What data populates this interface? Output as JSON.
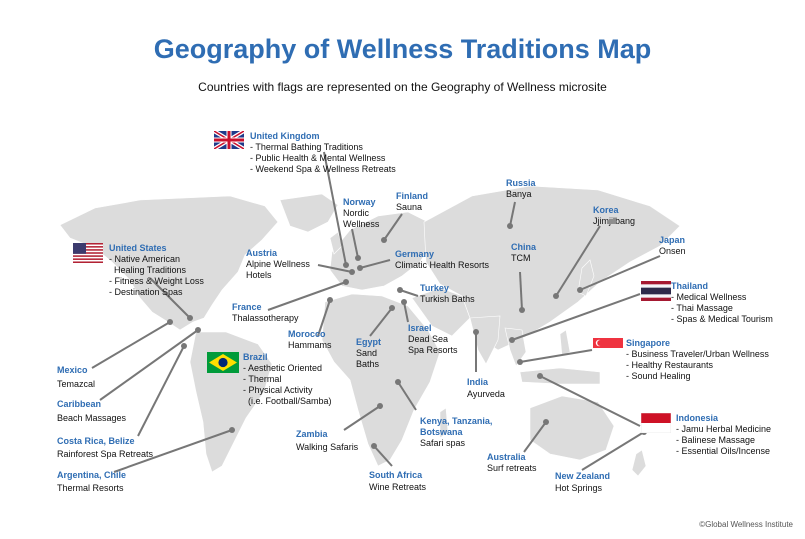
{
  "header": {
    "title": "Geography of Wellness Traditions Map",
    "subtitle": "Countries with flags are represented on the Geography of Wellness microsite"
  },
  "colors": {
    "accent": "#2f6db3",
    "land": "#dcdcdc",
    "leader": "#777777"
  },
  "labels": {
    "uk": {
      "country": "United Kingdom",
      "items": [
        "- Thermal Bathing Traditions",
        "- Public Health & Mental Wellness",
        "- Weekend Spa & Wellness Retreats"
      ]
    },
    "us": {
      "country": "United States",
      "items": [
        "- Native American",
        "  Healing Traditions",
        "- Fitness & Weight Loss",
        "- Destination Spas"
      ]
    },
    "norway": {
      "country": "Norway",
      "items": [
        "Nordic",
        "Wellness"
      ]
    },
    "finland": {
      "country": "Finland",
      "items": [
        "Sauna"
      ]
    },
    "russia": {
      "country": "Russia",
      "items": [
        "Banya"
      ]
    },
    "korea": {
      "country": "Korea",
      "items": [
        "Jjimjilbang"
      ]
    },
    "japan": {
      "country": "Japan",
      "items": [
        "Onsen"
      ]
    },
    "austria": {
      "country": "Austria",
      "items": [
        "Alpine Wellness",
        "Hotels"
      ]
    },
    "germany": {
      "country": "Germany",
      "items": [
        "Climatic Health Resorts"
      ]
    },
    "china": {
      "country": "China",
      "items": [
        "TCM"
      ]
    },
    "turkey": {
      "country": "Turkey",
      "items": [
        "Turkish Baths"
      ]
    },
    "thailand": {
      "country": "Thailand",
      "items": [
        "- Medical Wellness",
        "- Thai Massage",
        "- Spas & Medical Tourism"
      ]
    },
    "france": {
      "country": "France",
      "items": [
        "Thalassotherapy"
      ]
    },
    "morocco": {
      "country": "Morocco",
      "items": [
        "Hammams"
      ]
    },
    "egypt": {
      "country": "Egypt",
      "items": [
        "Sand",
        "Baths"
      ]
    },
    "israel": {
      "country": "Israel",
      "items": [
        "Dead Sea",
        "Spa Resorts"
      ]
    },
    "brazil": {
      "country": "Brazil",
      "items": [
        "- Aesthetic Oriented",
        "- Thermal",
        "- Physical Activity",
        "  (i.e. Football/Samba)"
      ]
    },
    "singapore": {
      "country": "Singapore",
      "items": [
        "- Business Traveler/Urban Wellness",
        "- Healthy Restaurants",
        "- Sound Healing"
      ]
    },
    "mexico": {
      "country": "Mexico",
      "items": [
        "Temazcal"
      ]
    },
    "caribbean": {
      "country": "Caribbean",
      "items": [
        "Beach Massages"
      ]
    },
    "india": {
      "country": "India",
      "items": [
        "Ayurveda"
      ]
    },
    "costarica": {
      "country": "Costa Rica, Belize",
      "items": [
        "Rainforest Spa Retreats"
      ]
    },
    "zambia": {
      "country": "Zambia",
      "items": [
        "Walking Safaris"
      ]
    },
    "kenya": {
      "country": "Kenya, Tanzania,",
      "items": [
        "Botswana",
        "Safari spas"
      ]
    },
    "indonesia": {
      "country": "Indonesia",
      "items": [
        "- Jamu Herbal Medicine",
        "- Balinese Massage",
        "- Essential Oils/Incense"
      ]
    },
    "australia": {
      "country": "Australia",
      "items": [
        "Surf retreats"
      ]
    },
    "argentina": {
      "country": "Argentina, Chile",
      "items": [
        "Thermal Resorts"
      ]
    },
    "southafrica": {
      "country": "South Africa",
      "items": [
        "Wine Retreats"
      ]
    },
    "newzealand": {
      "country": "New Zealand",
      "items": [
        "Hot Springs"
      ]
    }
  },
  "footer": {
    "copyright": "©Global Wellness Institute"
  }
}
